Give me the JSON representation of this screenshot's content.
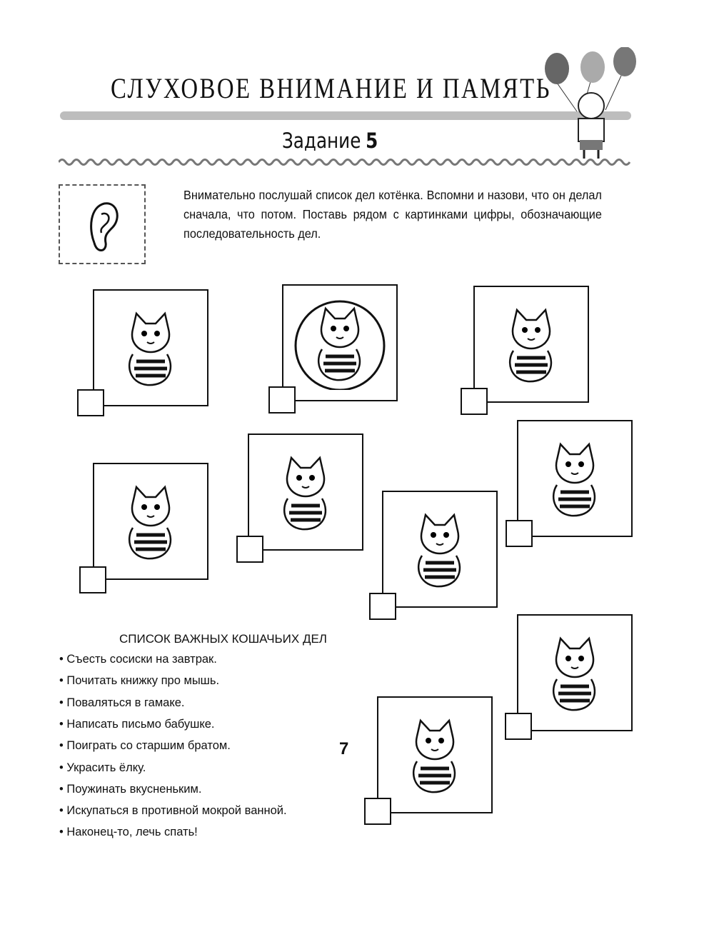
{
  "header": {
    "title": "СЛУХОВОЕ ВНИМАНИЕ И ПАМЯТЬ",
    "task_label": "Задание",
    "task_number": "5"
  },
  "instruction": "Внимательно послушай список дел котёнка. Вспомни и назови, что он делал сначала, что потом. Поставь рядом с картинками цифры, обозначающие последовательность дел.",
  "list": {
    "title": "СПИСОК ВАЖНЫХ КОШАЧЬИХ ДЕЛ",
    "bullet": "•",
    "items": [
      "Съесть сосиски на завтрак.",
      "Почитать книжку про мышь.",
      "Поваляться в гамаке.",
      "Написать письмо бабушке.",
      "Поиграть со старшим братом.",
      "Украсить ёлку.",
      "Поужинать вкусненьким.",
      "Искупаться в противной мокрой ванной.",
      "Наконец-то, лечь спать!"
    ]
  },
  "page_number": "7"
}
